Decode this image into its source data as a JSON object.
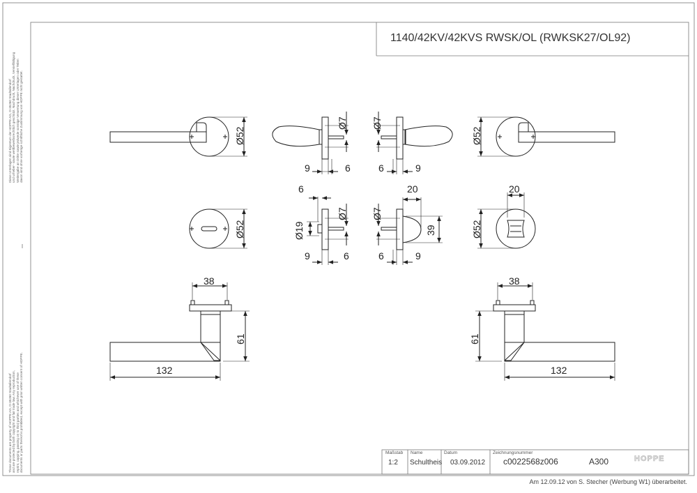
{
  "drawing": {
    "title": "1140/42KV/42KVS RWSK/OL (RWKSK27/OL92)",
    "dimensions": {
      "rose_diameter": "Ø52",
      "pin_diameter": "Ø7",
      "knob_diameter": "Ø19",
      "dim_9": "9",
      "dim_6": "6",
      "dim_20": "20",
      "dim_39": "39",
      "dim_38": "38",
      "dim_61": "61",
      "dim_132": "132"
    }
  },
  "side_notes": {
    "german": [
      "Diese Unterlagen sind Eigentum der HOPPE AG, D-35260 Stadtallendorf",
      "und urheber- sowie wettbewerbsrechtlich geschützt. Nachdruck, Nachdruck, Vervielfältigung",
      "Weitergabe an Dritte sowie jedwede sonstige Verwertung dieser Unterlagen oder Teilen",
      "davon sind ohne vorherige schriftliche Zustimmung von HOPPE nicht gestattet."
    ],
    "english": [
      "These documents are property of HOPPE AG, D-35260 Stadtallendorf",
      "and are protected by both copyright and fair trade law. Any reproduction,",
      "reprint, copying, passing on to third parties and whichever use of these",
      "documents or parts thereof is prohibited, except with prior written consent of HOPPE."
    ]
  },
  "title_block": {
    "headers": {
      "scale": "Maßstab",
      "name": "Name",
      "date": "Datum",
      "drawing_number": "Zeichnungsnummer"
    },
    "values": {
      "scale": "1:2",
      "name": "Schultheis",
      "date": "03.09.2012",
      "drawing_number": "c0022568z006",
      "format": "A300"
    },
    "logo": "HOPPE"
  },
  "footer": "Am 12.09.12 von S. Stecher (Werbung W1) überarbeitet."
}
